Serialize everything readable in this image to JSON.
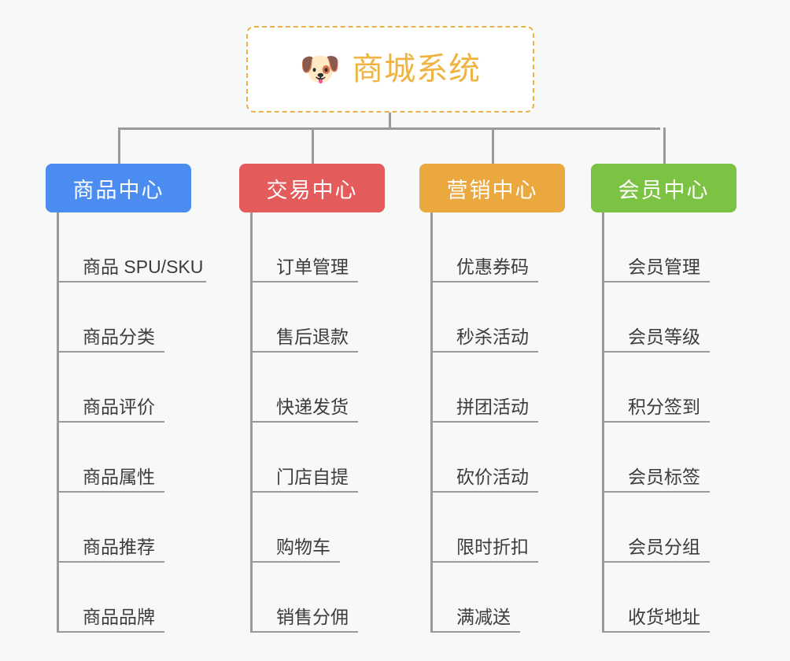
{
  "diagram": {
    "title": "商城系统",
    "type": "mindmap",
    "background_color": "#f7f8f8",
    "connector_color": "#9a9a9a",
    "root": {
      "label": "商城系统",
      "icon": "shiba-dog-emoji",
      "emoji": "🐶",
      "text_color": "#eeb341",
      "border_color": "#edb14b",
      "background_color": "#ffffff"
    },
    "categories": [
      {
        "label": "商品中心",
        "color": "#4a8cf0",
        "items": [
          "商品 SPU/SKU",
          "商品分类",
          "商品评价",
          "商品属性",
          "商品推荐",
          "商品品牌"
        ]
      },
      {
        "label": "交易中心",
        "color": "#e35b5b",
        "items": [
          "订单管理",
          "售后退款",
          "快递发货",
          "门店自提",
          "购物车",
          "销售分佣"
        ]
      },
      {
        "label": "营销中心",
        "color": "#eaa83f",
        "items": [
          "优惠券码",
          "秒杀活动",
          "拼团活动",
          "砍价活动",
          "限时折扣",
          "满减送"
        ]
      },
      {
        "label": "会员中心",
        "color": "#7cc344",
        "items": [
          "会员管理",
          "会员等级",
          "积分签到",
          "会员标签",
          "会员分组",
          "收货地址"
        ]
      }
    ]
  }
}
